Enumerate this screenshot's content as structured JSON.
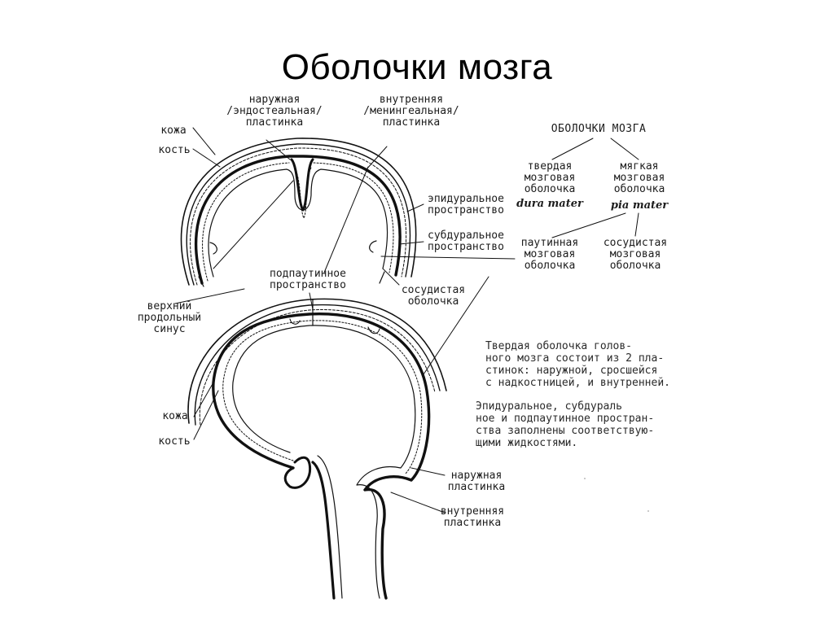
{
  "title": "Оболочки мозга",
  "labels": {
    "outer_plate_top": "наружная\n/эндостеальная/\nпластинка",
    "inner_plate_top": "внутренняя\n/менингеальная/\nпластинка",
    "skin_top": "кожа",
    "bone_top": "кость",
    "epidural_space": "эпидуральное\nпространство",
    "subdural_space": "субдуральное\nпространство",
    "subarachnoid_space": "подпаутинное\nпространство",
    "choroid_membrane": "сосудистая\nоболочка",
    "superior_sinus": "верхний\nпродольный\nсинус",
    "skin_bottom": "кожа",
    "bone_bottom": "кость",
    "outer_plate_bottom": "наружная\nпластинка",
    "inner_plate_bottom": "внутренняя\nпластинка"
  },
  "tree": {
    "root": "ОБОЛОЧКИ МОЗГА",
    "dura": "твердая\nмозговая\nоболочка",
    "dura_latin": "dura mater",
    "pia": "мягкая\nмозговая\nоболочка",
    "pia_latin": "pia mater",
    "arachnoid": "паутинная\nмозговая\nоболочка",
    "vascular": "сосудистая\nмозговая\nоболочка"
  },
  "notes": {
    "note1": "Твердая оболочка голов-\nного мозга состоит из 2 пла-\nстинок: наружной, сросшейся\nс надкостницей, и внутренней.",
    "note2": "Эпидуральное, субдураль\nное и подпаутинное простран-\nства заполнены соответствую-\nщими жидкостями."
  }
}
